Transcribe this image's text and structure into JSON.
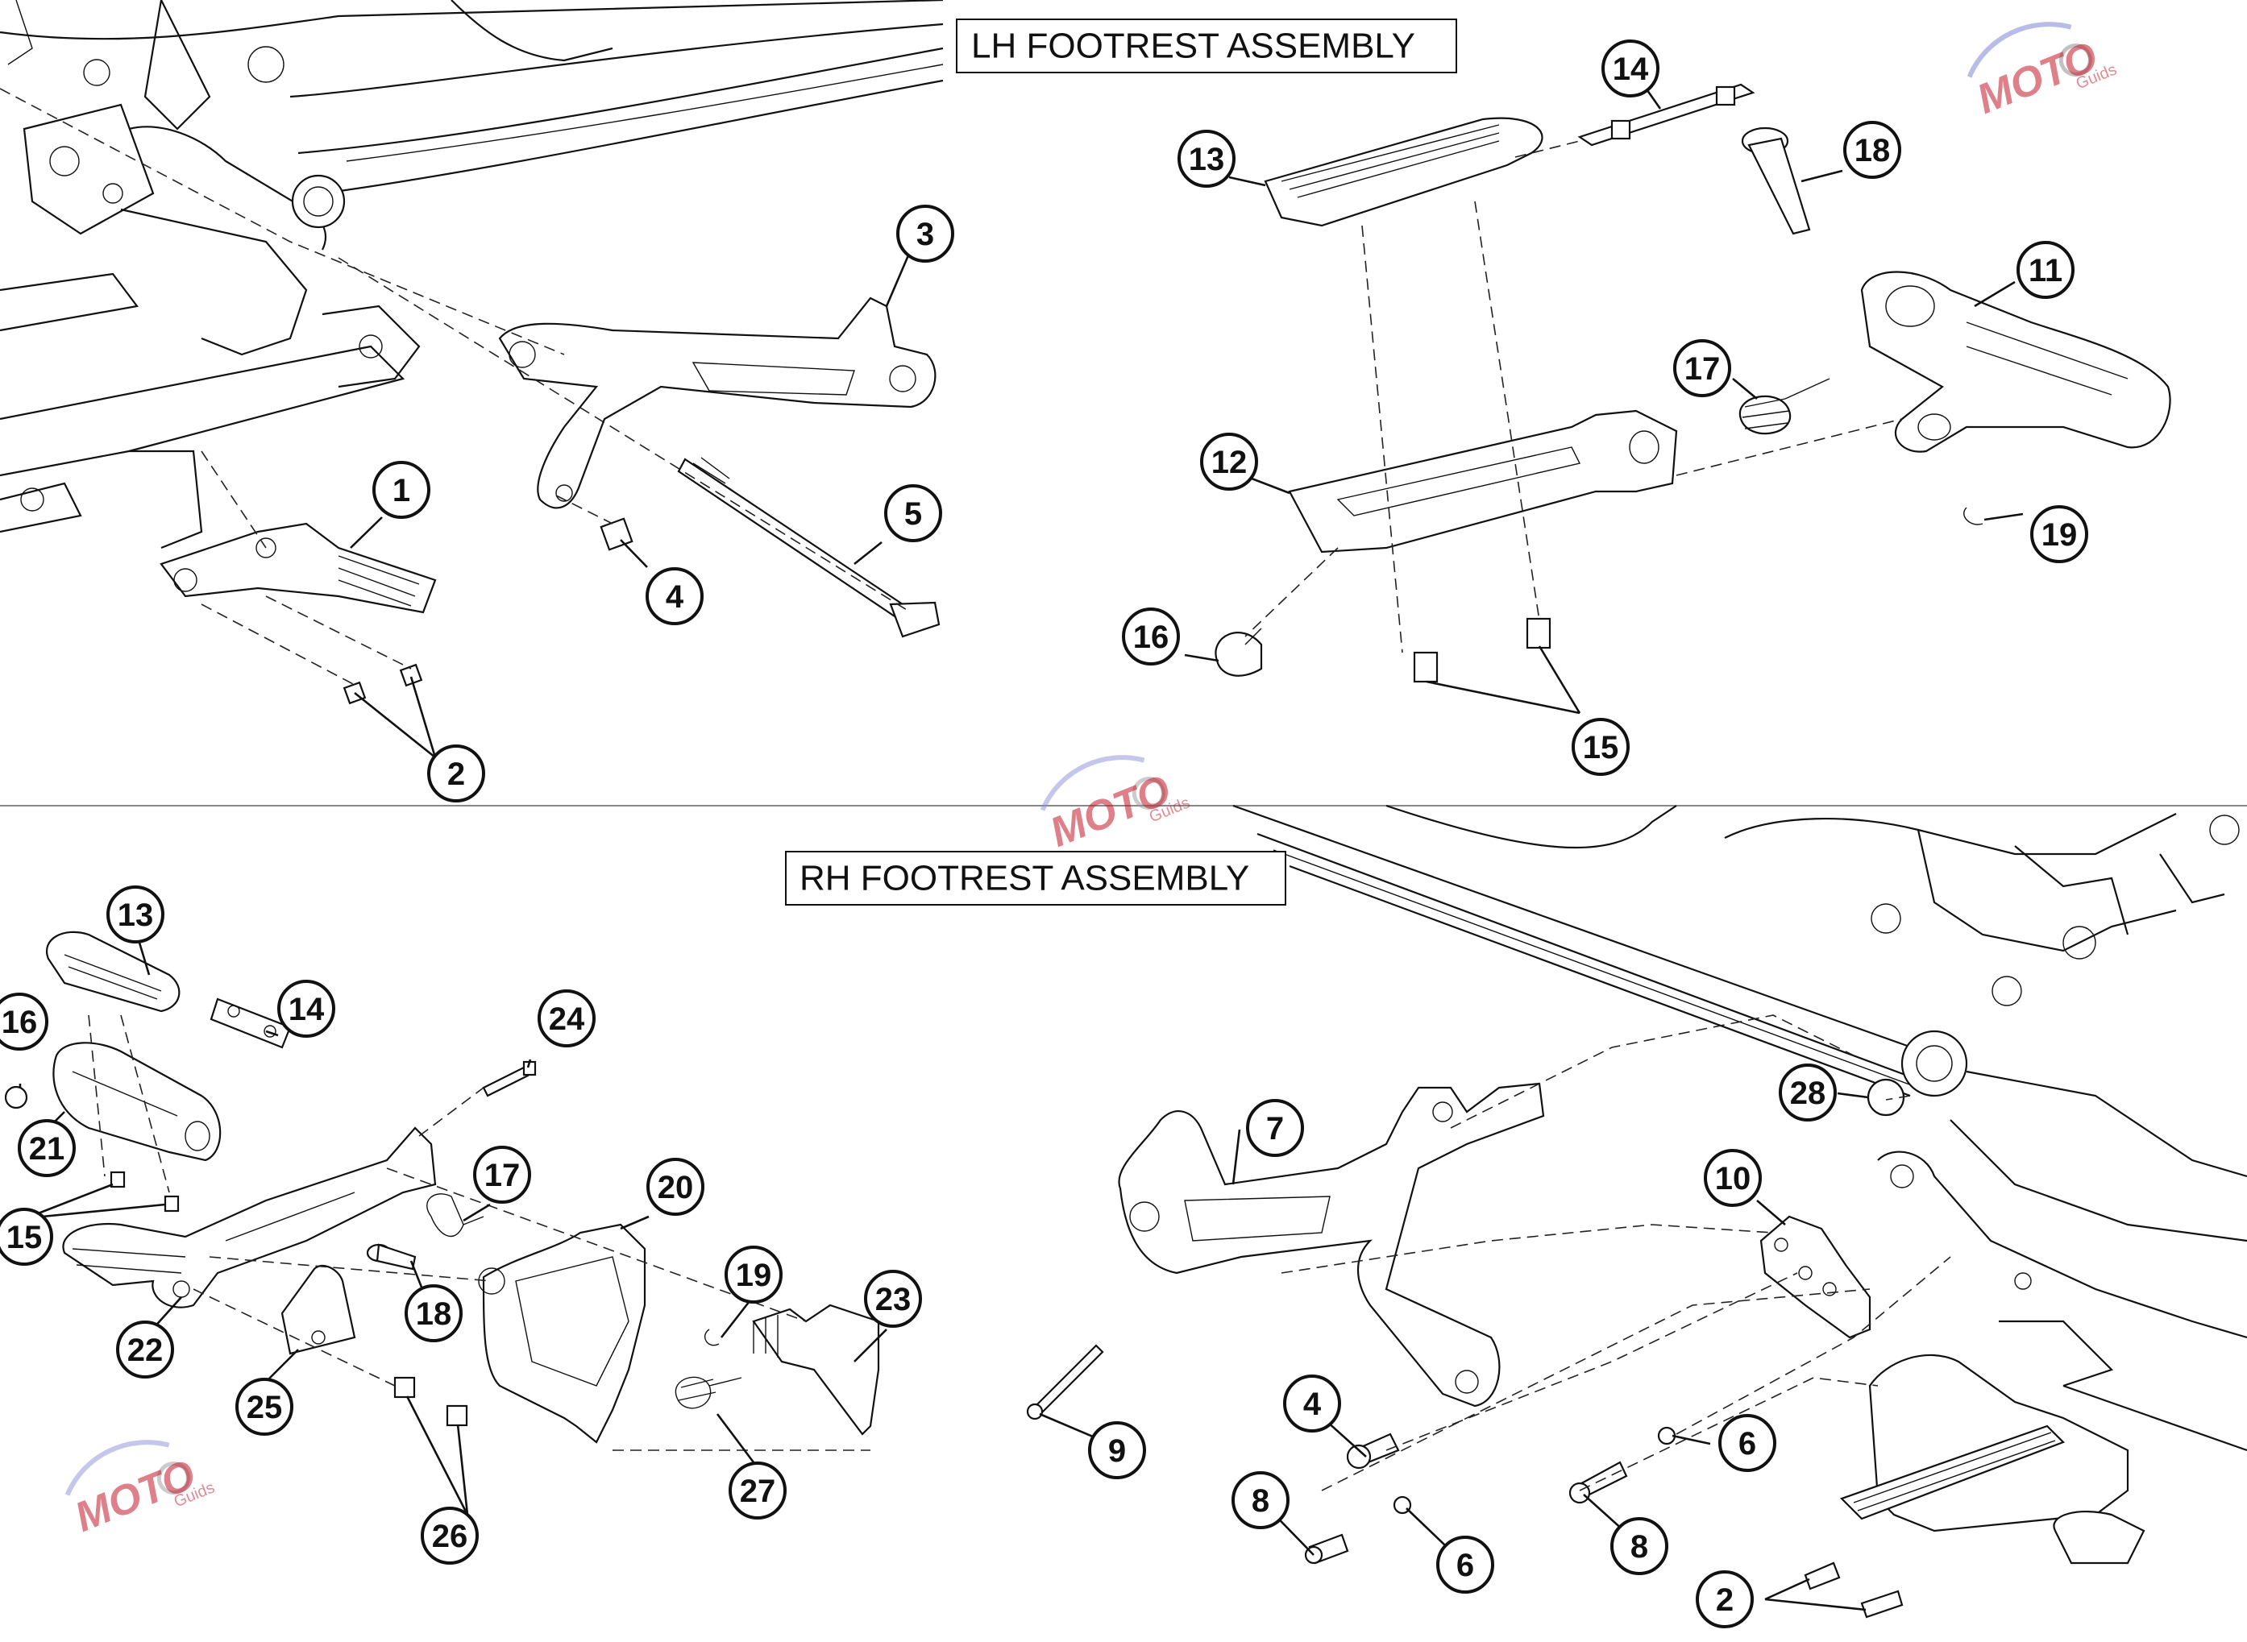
{
  "titles": {
    "lh": "LH FOOTREST ASSEMBLY",
    "rh": "RH FOOTREST ASSEMBLY"
  },
  "watermark": {
    "logo_text": "MOTO",
    "sub_text": "Guids"
  },
  "callouts_lh": [
    "1",
    "2",
    "3",
    "4",
    "5",
    "13",
    "14",
    "18",
    "11",
    "17",
    "12",
    "19",
    "16",
    "15"
  ],
  "callouts_rh": [
    "13",
    "14",
    "16",
    "24",
    "21",
    "15",
    "17",
    "20",
    "19",
    "22",
    "18",
    "23",
    "25",
    "26",
    "27",
    "7",
    "28",
    "10",
    "4",
    "6",
    "9",
    "8",
    "6",
    "8",
    "2"
  ]
}
